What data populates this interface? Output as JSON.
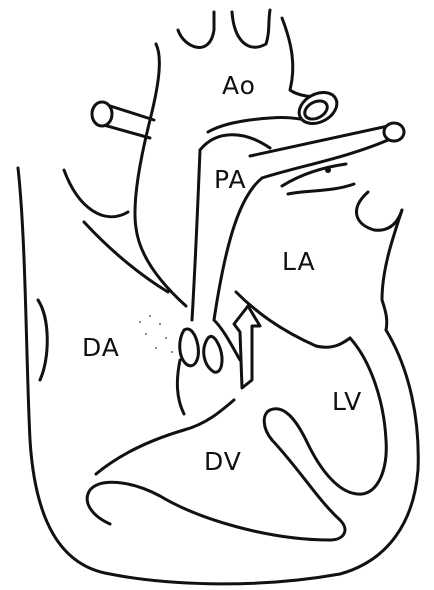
{
  "labels": {
    "ao": "Ao",
    "pa": "PA",
    "la": "LA",
    "da": "DA",
    "lv": "LV",
    "dv": "DV"
  },
  "colors": {
    "ink": "#111111",
    "paper": "#ffffff"
  }
}
